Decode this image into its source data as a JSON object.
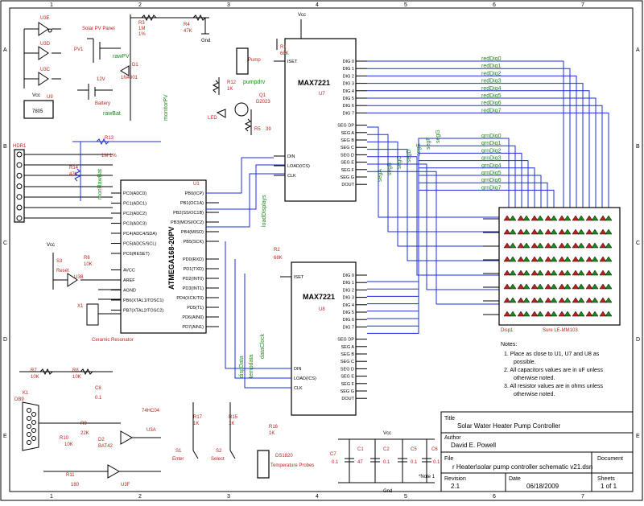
{
  "title_block": {
    "title_label": "Title",
    "title": "Solar Water Heater Pump Controller",
    "author_label": "Author",
    "author": "David E. Powell",
    "file_label": "File",
    "file": "r Heater\\solar pump controller schematic v21.dsn",
    "document_label": "Document",
    "revision_label": "Revision",
    "revision": "2.1",
    "date_label": "Date",
    "date": "06/18/2009",
    "sheets_label": "Sheets",
    "sheets": "1 of 1"
  },
  "notes": {
    "heading": "Notes:",
    "items": [
      "1. Place as close to U1, U7 and U8 as",
      "possible.",
      "2. All capacitors values are in uF unless",
      "otherwise noted.",
      "3. All resistor values are in ohms unless",
      "otherwise noted."
    ]
  },
  "grid": {
    "cols": [
      "1",
      "2",
      "3",
      "4",
      "5",
      "6",
      "7"
    ],
    "rows": [
      "A",
      "B",
      "C",
      "D",
      "E"
    ]
  },
  "chips": {
    "u1": {
      "name": "ATMEGA168-20PV",
      "ref": "U1"
    },
    "u7": {
      "name": "MAX7221",
      "ref": "U7"
    },
    "u8": {
      "name": "MAX7221",
      "ref": "U8"
    },
    "disp": {
      "ref": "Disp1",
      "name": "Sure LE-MM103"
    }
  },
  "u1_left_pins": [
    "PC0(ADC0)",
    "PC1(ADC1)",
    "PC2(ADC2)",
    "PC3(ADC3)",
    "PC4(ADC4/SDA)",
    "PC5(ADC5/SCL)",
    "PC6(RESET)",
    "AVCC",
    "AREF",
    "AGND",
    "PB6(XTAL1/TOSC1)",
    "PB7(XTAL2/TOSC2)"
  ],
  "u1_right_pins": [
    "PB0(ICP)",
    "PB1(OC1A)",
    "PB2(SS/OC1B)",
    "PB3(MOSI/OC2)",
    "PB4(MISO)",
    "PB5(SCK)",
    "PD0(RXD)",
    "PD1(TXD)",
    "PD2(INT0)",
    "PD3(INT1)",
    "PD4(XCK/T0)",
    "PD5(T1)",
    "PD6(AIN0)",
    "PD7(AIN1)"
  ],
  "max_right_pins": [
    "DIG 0",
    "DIG 1",
    "DIG 2",
    "DIG 3",
    "DIG 4",
    "DIG 5",
    "DIG 6",
    "DIG 7",
    "SEG DP",
    "SEG A",
    "SEG B",
    "SEG C",
    "SEG D",
    "SEG E",
    "SEG F",
    "SEG G",
    "DOUT"
  ],
  "max_left_pins": [
    "ISET",
    "DIN",
    "LOAD(/CS)",
    "CLK"
  ],
  "nets": {
    "red": [
      "redDig0",
      "redDig1",
      "redDig2",
      "redDig3",
      "redDig4",
      "redDig5",
      "redDig6",
      "redDig7"
    ],
    "grn": [
      "grnDig0",
      "grnDig1",
      "grnDig2",
      "grnDig3",
      "grnDig4",
      "grnDig5",
      "grnDig6",
      "grnDig7"
    ],
    "seg": [
      "segA",
      "segB",
      "segC",
      "segD",
      "segE",
      "segF",
      "segG"
    ],
    "other": [
      "rawPV",
      "rawBat",
      "monitorPV",
      "monRawBat",
      "pumpdrv",
      "loadDisplays",
      "dataClock",
      "dispData",
      "tempdata",
      "Vcc",
      "Gnd"
    ]
  },
  "parts": {
    "solar": "Solar PV Panel",
    "pv1": "PV1",
    "d1": "D1",
    "d1val": "1N4001",
    "battery": "Battery",
    "batv": "12V",
    "u9": "U9",
    "u9val": "7805",
    "r3": "R3",
    "r3val": "1M",
    "r3tol": "1%",
    "r4": "R4",
    "r4val": "47K",
    "hdr": "HDR1",
    "r13": "R13",
    "r13val": "1M 1%",
    "r14": "R14",
    "r14val": "47K",
    "pump": "Pump",
    "r12": "R12",
    "r12val": "1K",
    "q1": "Q1",
    "q1val": "D2023",
    "led": "LED",
    "r5": "R5",
    "r5val": "39",
    "r1": "R1",
    "r1val": "68K",
    "r2": "R2",
    "r2val": "68K",
    "s3": "S3",
    "s3lbl": "Reset",
    "r6": "R6",
    "r6val": "10K",
    "u3b": "U3B",
    "x1": "X1",
    "x1val": "Ceramic Resonator",
    "r7": "R7",
    "r7val": "10K",
    "r8": "R8",
    "r8val": "10K",
    "k1": "K1",
    "db9": "DB9",
    "c8": "C8",
    "c8val": "0.1",
    "r9": "R9",
    "r9val": "22K",
    "d2": "D2",
    "d2val": "BAT42",
    "r10": "R10",
    "r10val": "10K",
    "r11": "R11",
    "r11val": "180",
    "u3a": "U3A",
    "u3aval": "74HC04",
    "u3f": "U3F",
    "r17": "R17",
    "r17val": "1K",
    "r15": "R15",
    "r15val": "1K",
    "s1": "S1",
    "s1lbl": "Enter",
    "s2": "S2",
    "s2lbl": "Select",
    "r16": "R16",
    "r16val": "1K",
    "ds": "DS1820",
    "dslbl": "Temperature Probes",
    "c7": "C7",
    "c1": "C1",
    "c1val": "47",
    "c2": "C2",
    "c5": "C5",
    "c6": "C6",
    "cval": "0.1",
    "note1": "*Note 1",
    "u3e": "U3E",
    "u3d": "U3D",
    "u3c": "U3C",
    "vcc": "Vcc",
    "gnd": "Gnd"
  }
}
